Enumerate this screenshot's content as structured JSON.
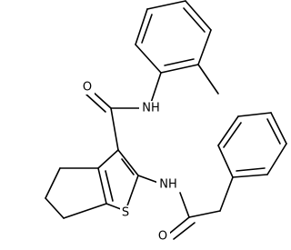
{
  "atom_labels": {
    "carbonyl_oxygen_top": "O",
    "amide_nitrogen_top": "NH",
    "amide_nitrogen_bottom": "NH",
    "thiophene_sulfur": "S",
    "carbonyl_oxygen_bottom": "O"
  }
}
